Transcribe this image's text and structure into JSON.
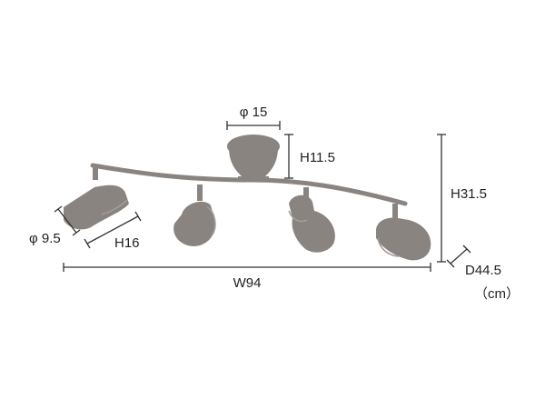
{
  "colors": {
    "fixture": "#8a8481",
    "fixture_light": "#a39d9a",
    "dimension_line": "#333333"
  },
  "dimensions": {
    "canopy_diameter": "φ 15",
    "canopy_height": "H11.5",
    "total_height": "H31.5",
    "shade_diameter": "φ 9.5",
    "shade_length": "H16",
    "total_width": "W94",
    "depth": "D44.5",
    "unit": "（cm）"
  }
}
